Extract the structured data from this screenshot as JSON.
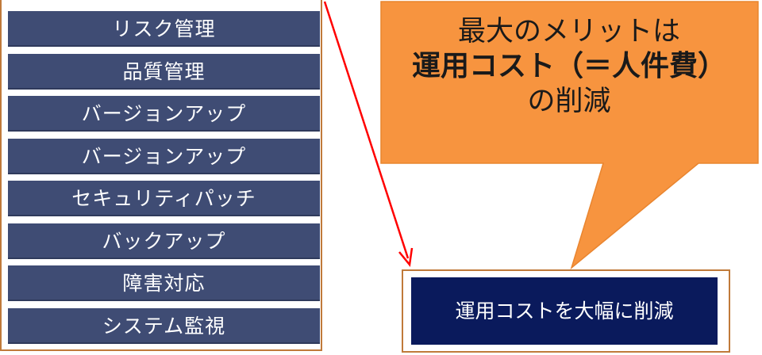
{
  "tasks": [
    "リスク管理",
    "品質管理",
    "バージョンアップ",
    "バージョンアップ",
    "セキュリティパッチ",
    "バックアップ",
    "障害対応",
    "システム監視"
  ],
  "callout": {
    "line1": "最大のメリットは",
    "line2": "運用コスト（＝人件費）",
    "line3": "の削減",
    "fill_color": "#f7943f",
    "border_color": "#e9852f"
  },
  "result": {
    "label": "運用コストを大幅に削減",
    "color": "#0a1a5c"
  },
  "arrow_color": "#ff0000",
  "frame_color": "#c07a3a",
  "task_color": "#3f4c74"
}
